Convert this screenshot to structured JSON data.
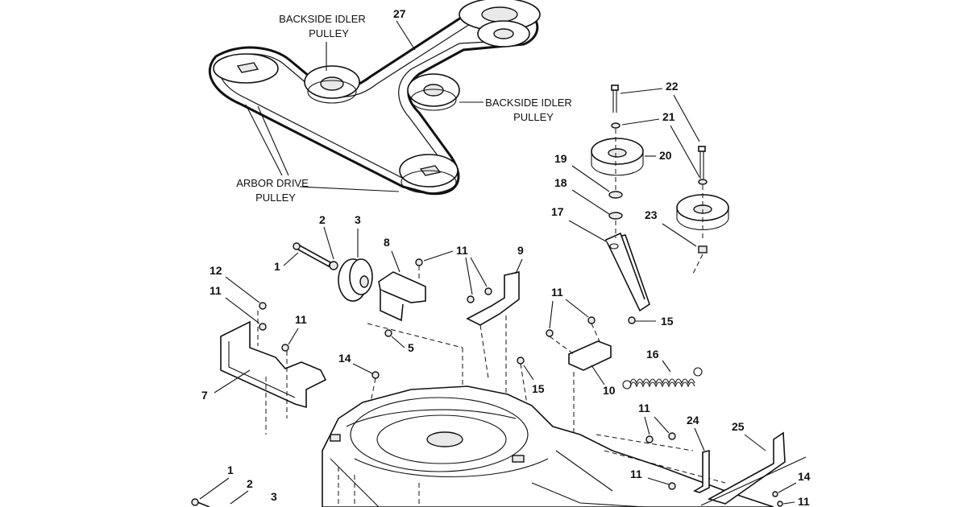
{
  "labels": {
    "backside_idler_1": [
      "BACKSIDE IDLER",
      "PULLEY"
    ],
    "backside_idler_2": [
      "BACKSIDE IDLER",
      "PULLEY"
    ],
    "arbor_drive": [
      "ARBOR DRIVE",
      "PULLEY"
    ]
  },
  "callouts": {
    "c27": "27",
    "c22": "22",
    "c21": "21",
    "c20": "20",
    "c19": "19",
    "c18": "18",
    "c17": "17",
    "c23": "23",
    "c2a": "2",
    "c3a": "3",
    "c1a": "1",
    "c8": "8",
    "c11a": "11",
    "c9": "9",
    "c12": "12",
    "c11b": "11",
    "c11c": "11",
    "c5": "5",
    "c14a": "14",
    "c7": "7",
    "c11d": "11",
    "c15a": "15",
    "c15b": "15",
    "c10": "10",
    "c16": "16",
    "c11e": "11",
    "c24": "24",
    "c25": "25",
    "c11f": "11",
    "c14b": "14",
    "c11g": "11",
    "c1b": "1",
    "c2b": "2",
    "c3b": "3"
  }
}
